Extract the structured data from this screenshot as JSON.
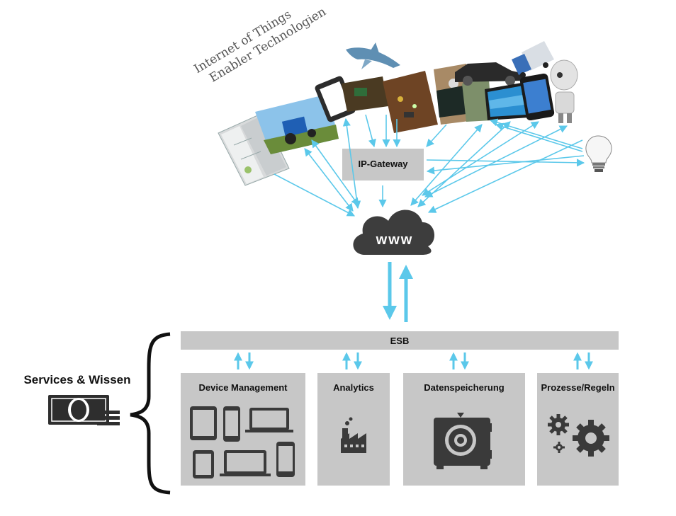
{
  "iot_caption": {
    "line1": "Internet of Things",
    "line2": "Enabler Technologien"
  },
  "gateway": {
    "label": "IP-Gateway"
  },
  "cloud": {
    "label": "www"
  },
  "esb": {
    "label": "ESB"
  },
  "services": {
    "label": "Services & Wissen"
  },
  "modules": [
    {
      "label": "Device Management"
    },
    {
      "label": "Analytics"
    },
    {
      "label": "Datenspeicherung"
    },
    {
      "label": "Prozesse/Regeln"
    }
  ],
  "colors": {
    "arrow": "#5bc8ea",
    "box": "#c7c7c7",
    "icon": "#3a3a3a",
    "cloud": "#3d3d3d"
  },
  "icons": [
    "fridge-icon",
    "tractor-icon",
    "tablet-icon",
    "shark-icon",
    "electronics-icon",
    "car-icon",
    "truck-icon",
    "smartphone-icon",
    "robot-icon",
    "tv-icon",
    "lightbulb-icon",
    "money-icon",
    "devices-icon",
    "factory-icon",
    "safe-icon",
    "gears-icon"
  ]
}
